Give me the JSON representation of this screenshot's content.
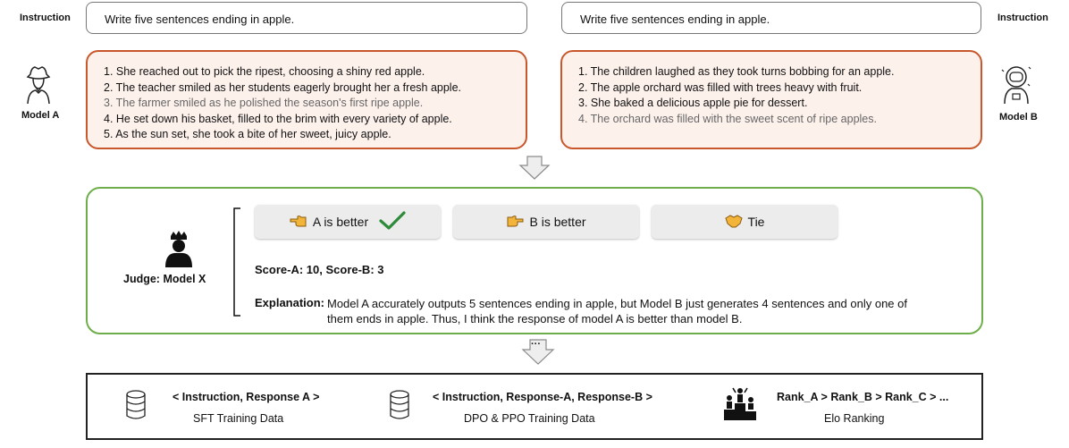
{
  "labels": {
    "instruction_left": "Instruction",
    "instruction_right": "Instruction",
    "model_a": "Model A",
    "model_b": "Model B",
    "judge": "Judge: Model X"
  },
  "instruction_text_left": "Write five sentences ending in apple.",
  "instruction_text_right": "Write five sentences ending in apple.",
  "response_a": [
    "1. She reached out to pick the ripest, choosing a shiny red apple.",
    "2. The teacher smiled as her students eagerly brought her a fresh apple.",
    "3. The farmer smiled as he polished the season's first ripe apple.",
    "4. He set down his basket, filled to the brim with every variety of apple.",
    "5. As the sun set, she took a bite of her sweet, juicy apple."
  ],
  "response_b": [
    "1. The children laughed as they took turns bobbing for an apple.",
    "2. The apple orchard was filled with trees heavy with fruit.",
    "3. She baked a delicious apple pie for dessert.",
    "4. The orchard was filled with the sweet scent of ripe apples."
  ],
  "choices": {
    "a_better": "A is better",
    "b_better": "B is better",
    "tie": "Tie"
  },
  "score": "Score-A: 10, Score-B: 3",
  "explanation_label": "Explanation:",
  "explanation_line1": "Model A accurately outputs 5 sentences ending in apple, but Model B just generates 4 sentences and only one of",
  "explanation_line2": "them ends in apple. Thus, I think the response of model A is better than model B.",
  "ellipsis": "···",
  "outputs": {
    "sft_title": "< Instruction, Response A >",
    "sft_sub": "SFT Training Data",
    "dpo_title": "< Instruction, Response-A, Response-B >",
    "dpo_sub": "DPO & PPO Training Data",
    "elo_title": "Rank_A > Rank_B > Rank_C > ...",
    "elo_sub": "Elo Ranking"
  },
  "colors": {
    "response_border": "#c8572c",
    "response_fill": "#fdf1ec",
    "judge_border": "#6eae4a",
    "check": "#2e8b3a"
  },
  "icons": [
    "cowboy-person-icon",
    "astronaut-icon",
    "king-person-icon",
    "pointing-left-hand-icon",
    "pointing-right-hand-icon",
    "handshake-icon",
    "check-icon",
    "down-arrow-icon",
    "database-icon",
    "podium-icon"
  ]
}
